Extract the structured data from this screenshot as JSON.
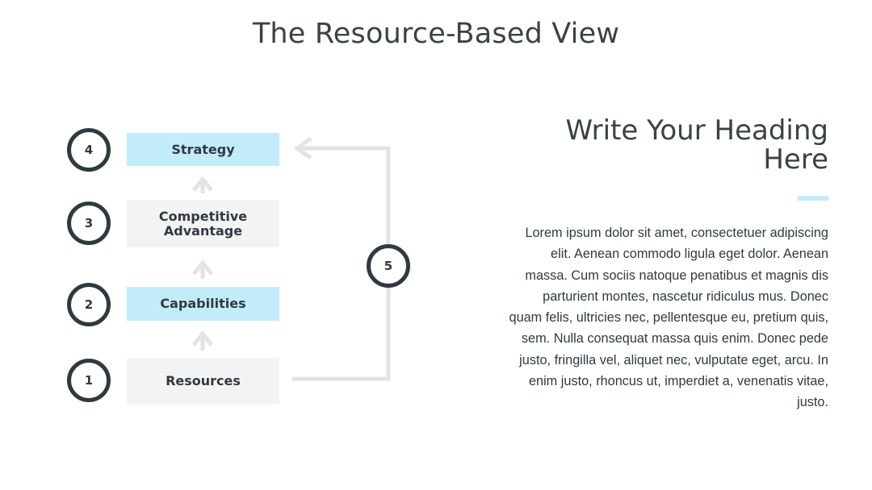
{
  "page": {
    "title": "The Resource-Based View"
  },
  "diagram": {
    "levels": [
      {
        "number": "4",
        "label": "Strategy",
        "style": "blue"
      },
      {
        "number": "3",
        "label": "Competitive Advantage",
        "style": "grey"
      },
      {
        "number": "2",
        "label": "Capabilities",
        "style": "blue"
      },
      {
        "number": "1",
        "label": "Resources",
        "style": "grey"
      }
    ],
    "feedback_number": "5",
    "colors": {
      "accent_blue": "#c3ecfa",
      "box_grey": "#f3f3f3",
      "circle_border": "#2f3a40",
      "arrow_grey": "#e3e3e3"
    }
  },
  "side": {
    "heading": "Write Your Heading Here",
    "body": "Lorem ipsum dolor sit amet, consectetuer adipiscing elit. Aenean commodo ligula eget dolor. Aenean massa. Cum sociis natoque penatibus et magnis dis parturient montes, nascetur ridiculus mus. Donec quam felis, ultricies nec, pellentesque eu, pretium quis, sem. Nulla consequat massa quis enim. Donec pede justo, fringilla vel, aliquet nec, vulputate eget, arcu. In enim justo, rhoncus ut, imperdiet a, venenatis vitae, justo."
  }
}
